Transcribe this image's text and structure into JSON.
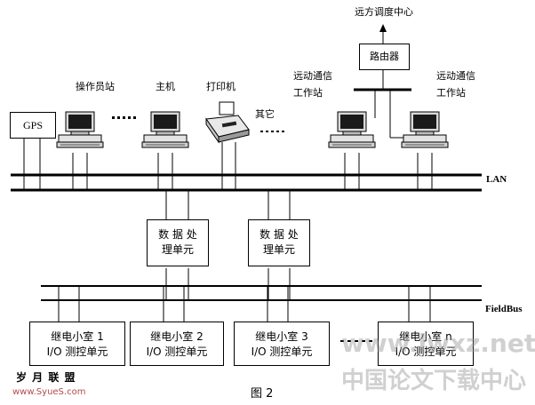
{
  "labels": {
    "remote_center": "远方调度中心",
    "router": "路由器",
    "remote_station_1": [
      "远动通信",
      "工作站"
    ],
    "remote_station_2": [
      "远动通信",
      "工作站"
    ],
    "operator_station": "操作员站",
    "host": "主机",
    "printer": "打印机",
    "other": "其它",
    "gps": "GPS",
    "lan": "LAN",
    "fieldbus": "FieldBus",
    "dpu_1": [
      "数 据 处",
      "理单元"
    ],
    "dpu_2": [
      "数 据 处",
      "理单元"
    ],
    "relay_1": [
      "继电小室 1",
      "I/O 测控单元"
    ],
    "relay_2": [
      "继电小室 2",
      "I/O 测控单元"
    ],
    "relay_3": [
      "继电小室 3",
      "I/O 测控单元"
    ],
    "relay_n": [
      "继电小室 n",
      "I/O 测控单元"
    ],
    "caption": "图 2"
  },
  "watermarks": {
    "logo_cn": "岁 月 联 盟",
    "logo_url": "www.SyueS.com",
    "site_url": "www.lwxz.net",
    "site_cn": "中国论文下载中心"
  }
}
